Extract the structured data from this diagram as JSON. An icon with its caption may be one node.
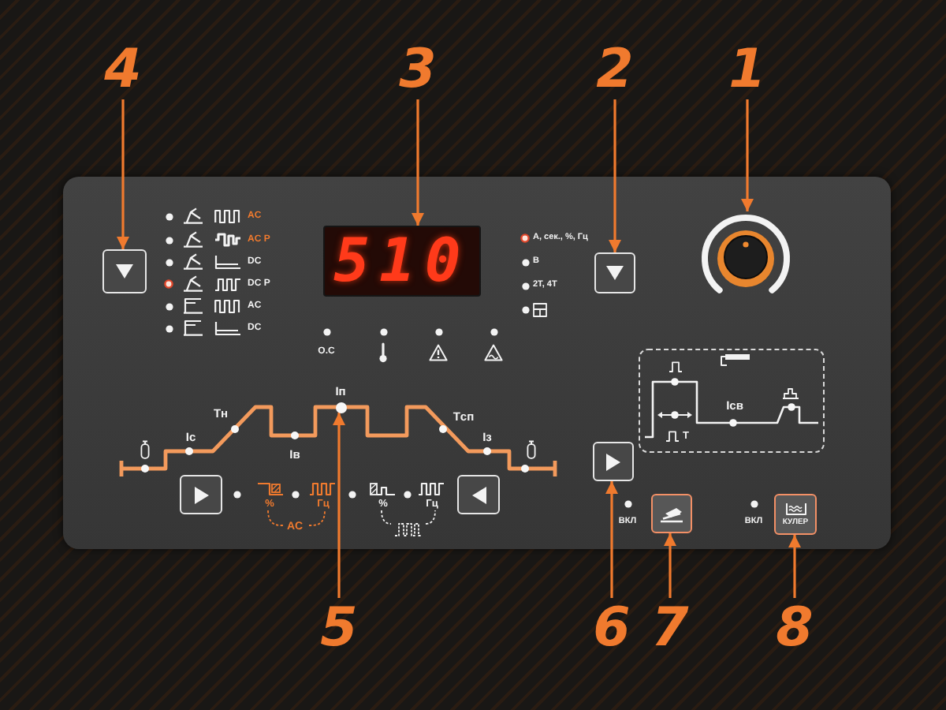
{
  "diagram": {
    "nodes": [
      {
        "text": [
          "4"
        ]
      },
      {
        "text": [
          "3"
        ]
      },
      {
        "text": [
          "2"
        ]
      },
      {
        "text": [
          "1"
        ]
      },
      {
        "text": [],
        "shape": "box"
      },
      {
        "text": [
          "510"
        ]
      },
      {
        "text": [],
        "shape": "box"
      },
      {
        "text": [],
        "shape": "circle"
      },
      {
        "text": [
          "Iсв",
          "T"
        ]
      },
      {
        "text": [],
        "shape": "circle",
        "beside": [
          "Iп"
        ]
      },
      {
        "text": [],
        "shape": "box"
      },
      {
        "text": [],
        "shape": "box"
      },
      {
        "text": [],
        "shape": "box"
      },
      {
        "text": [],
        "shape": "box"
      },
      {
        "text": [
          "КУЛЕР"
        ]
      },
      {
        "text": [
          "5"
        ]
      },
      {
        "text": [
          "6"
        ]
      },
      {
        "text": [
          "7"
        ]
      },
      {
        "text": [
          "8"
        ]
      }
    ],
    "edges": [
      {
        "from": 0,
        "to": 4,
        "arrow": "to"
      },
      {
        "from": 1,
        "to": 5,
        "arrow": "to"
      },
      {
        "from": 2,
        "to": 6,
        "arrow": "to"
      },
      {
        "from": 3,
        "to": 7,
        "arrow": "to"
      },
      {
        "from": 15,
        "to": 9,
        "arrow": "to"
      },
      {
        "from": 16,
        "to": 10,
        "arrow": "to"
      },
      {
        "from": 17,
        "to": 13,
        "arrow": "to"
      },
      {
        "from": 18,
        "to": 14,
        "arrow": "to"
      }
    ],
    "labels": [
      "AC",
      "AC P",
      "DC",
      "DC P",
      "AC",
      "DC",
      "А, сек., %, Гц",
      "В",
      "2Т, 4Т",
      "О.С",
      "Tн",
      "Tсп",
      "Iс",
      "Iз",
      "Iв",
      "%",
      "Гц",
      "%",
      "Гц",
      "AC",
      "ВКЛ",
      "ВКЛ"
    ]
  }
}
